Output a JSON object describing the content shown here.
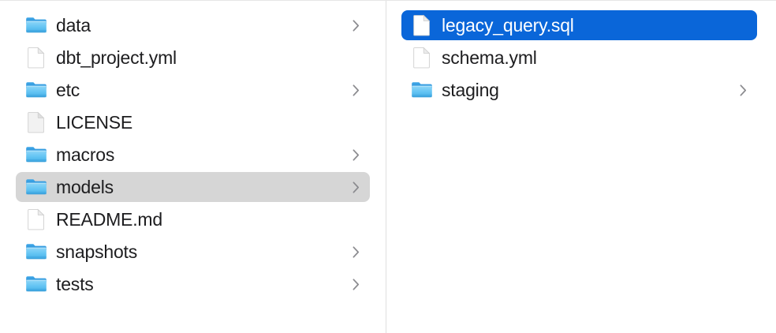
{
  "app": {
    "view": "column-browser",
    "colors": {
      "selection_active": "#0a66d9",
      "selection_inactive": "#d6d6d6",
      "folder_icon": "#54bdf4",
      "text": "#1d1d1f",
      "text_selected": "#ffffff",
      "divider": "#dfdfdf",
      "background": "#ffffff"
    }
  },
  "columns": [
    {
      "name": "parent-column",
      "items": [
        {
          "label": "data",
          "kind": "folder",
          "icon": "folder-icon",
          "has_chevron": true,
          "selected": "none"
        },
        {
          "label": "dbt_project.yml",
          "kind": "file",
          "icon": "document-icon",
          "has_chevron": false,
          "selected": "none"
        },
        {
          "label": "etc",
          "kind": "folder",
          "icon": "folder-icon",
          "has_chevron": true,
          "selected": "none"
        },
        {
          "label": "LICENSE",
          "kind": "file",
          "icon": "plain-document-icon",
          "has_chevron": false,
          "selected": "none"
        },
        {
          "label": "macros",
          "kind": "folder",
          "icon": "folder-icon",
          "has_chevron": true,
          "selected": "none"
        },
        {
          "label": "models",
          "kind": "folder",
          "icon": "folder-icon",
          "has_chevron": true,
          "selected": "gray"
        },
        {
          "label": "README.md",
          "kind": "file",
          "icon": "document-icon",
          "has_chevron": false,
          "selected": "none"
        },
        {
          "label": "snapshots",
          "kind": "folder",
          "icon": "folder-icon",
          "has_chevron": true,
          "selected": "none"
        },
        {
          "label": "tests",
          "kind": "folder",
          "icon": "folder-icon",
          "has_chevron": true,
          "selected": "none"
        }
      ]
    },
    {
      "name": "child-column",
      "items": [
        {
          "label": "legacy_query.sql",
          "kind": "file",
          "icon": "document-icon",
          "has_chevron": false,
          "selected": "blue"
        },
        {
          "label": "schema.yml",
          "kind": "file",
          "icon": "document-icon",
          "has_chevron": false,
          "selected": "none"
        },
        {
          "label": "staging",
          "kind": "folder",
          "icon": "folder-icon",
          "has_chevron": true,
          "selected": "none"
        }
      ]
    }
  ]
}
